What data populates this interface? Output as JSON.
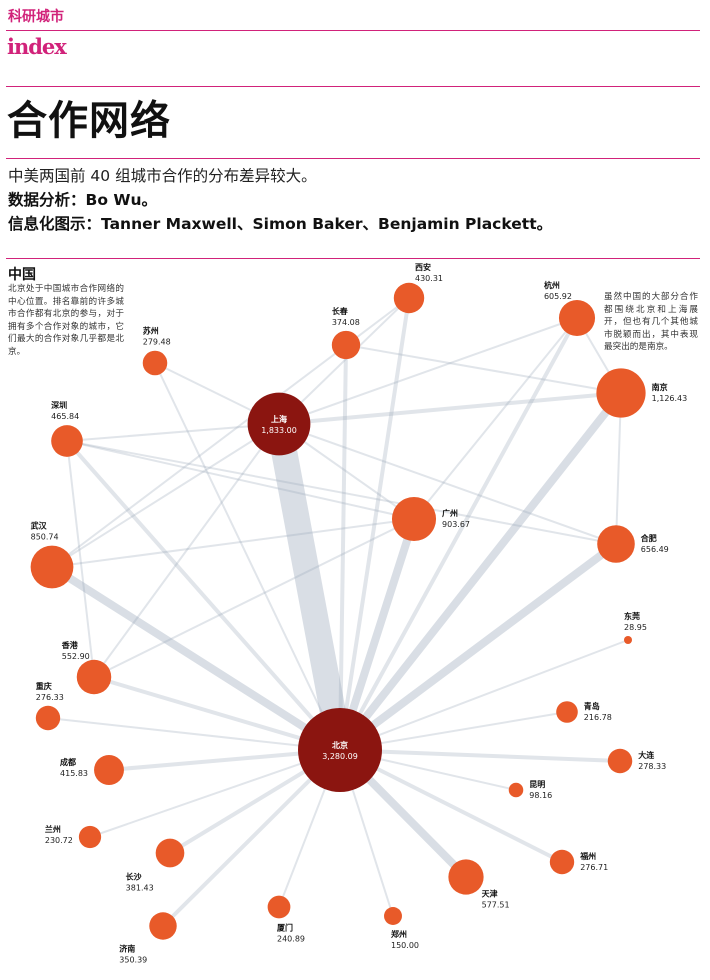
{
  "header": {
    "section": "科研城市",
    "logo": "index",
    "title": "合作网络",
    "subtitle": "中美两国前 40 组城市合作的分布差异较大。",
    "analysis": "数据分析：Bo Wu。",
    "graphics": "信息化图示：Tanner Maxwell、Simon Baker、Benjamin Plackett。"
  },
  "region": {
    "title": "中国",
    "note_left": "北京处于中国城市合作网络的中心位置。排名靠前的许多城市合作都有北京的参与，对于拥有多个合作对象的城市，它们最大的合作对象几乎都是北京。",
    "note_right": "虽然中国的大部分合作都围绕北京和上海展开，但也有几个其他城市脱颖而出，其中表现最突出的是南京。"
  },
  "colors": {
    "accent": "#d1227a",
    "hub": "#8b1510",
    "city": "#e85a29",
    "edge": "#9aa8ba"
  },
  "chart_data": {
    "type": "network",
    "nodes": [
      {
        "id": "beijing",
        "name": "北京",
        "value": 3280.09,
        "hub": true
      },
      {
        "id": "shanghai",
        "name": "上海",
        "value": 1833.0,
        "hub": true
      },
      {
        "id": "nanjing",
        "name": "南京",
        "value": 1126.43
      },
      {
        "id": "guangzhou",
        "name": "广州",
        "value": 903.67
      },
      {
        "id": "wuhan",
        "name": "武汉",
        "value": 850.74
      },
      {
        "id": "hefei",
        "name": "合肥",
        "value": 656.49
      },
      {
        "id": "hangzhou",
        "name": "杭州",
        "value": 605.92
      },
      {
        "id": "tianjin",
        "name": "天津",
        "value": 577.51
      },
      {
        "id": "hongkong",
        "name": "香港",
        "value": 552.9
      },
      {
        "id": "shenzhen",
        "name": "深圳",
        "value": 465.84
      },
      {
        "id": "xian",
        "name": "西安",
        "value": 430.31
      },
      {
        "id": "chengdu",
        "name": "成都",
        "value": 415.83
      },
      {
        "id": "changsha",
        "name": "长沙",
        "value": 381.43
      },
      {
        "id": "changchun",
        "name": "长春",
        "value": 374.08
      },
      {
        "id": "jinan",
        "name": "济南",
        "value": 350.39
      },
      {
        "id": "suzhou",
        "name": "苏州",
        "value": 279.48
      },
      {
        "id": "dalian",
        "name": "大连",
        "value": 278.33
      },
      {
        "id": "fuzhou",
        "name": "福州",
        "value": 276.71
      },
      {
        "id": "chongqing",
        "name": "重庆",
        "value": 276.33
      },
      {
        "id": "xiamen",
        "name": "厦门",
        "value": 240.89
      },
      {
        "id": "lanzhou",
        "name": "兰州",
        "value": 230.72
      },
      {
        "id": "qingdao",
        "name": "青岛",
        "value": 216.78
      },
      {
        "id": "zhengzhou",
        "name": "郑州",
        "value": 150.0
      },
      {
        "id": "kunming",
        "name": "昆明",
        "value": 98.16
      },
      {
        "id": "dongguan",
        "name": "东莞",
        "value": 28.95
      }
    ],
    "edges": [
      {
        "source": "beijing",
        "target": "shanghai",
        "weight": 5
      },
      {
        "source": "beijing",
        "target": "nanjing",
        "weight": 3
      },
      {
        "source": "beijing",
        "target": "guangzhou",
        "weight": 3
      },
      {
        "source": "beijing",
        "target": "wuhan",
        "weight": 3
      },
      {
        "source": "beijing",
        "target": "hefei",
        "weight": 3
      },
      {
        "source": "beijing",
        "target": "hangzhou",
        "weight": 2
      },
      {
        "source": "beijing",
        "target": "tianjin",
        "weight": 3
      },
      {
        "source": "beijing",
        "target": "hongkong",
        "weight": 2
      },
      {
        "source": "beijing",
        "target": "shenzhen",
        "weight": 2
      },
      {
        "source": "beijing",
        "target": "xian",
        "weight": 2
      },
      {
        "source": "beijing",
        "target": "chengdu",
        "weight": 2
      },
      {
        "source": "beijing",
        "target": "changsha",
        "weight": 2
      },
      {
        "source": "beijing",
        "target": "changchun",
        "weight": 2
      },
      {
        "source": "beijing",
        "target": "jinan",
        "weight": 2
      },
      {
        "source": "beijing",
        "target": "suzhou",
        "weight": 1
      },
      {
        "source": "beijing",
        "target": "dalian",
        "weight": 2
      },
      {
        "source": "beijing",
        "target": "fuzhou",
        "weight": 2
      },
      {
        "source": "beijing",
        "target": "chongqing",
        "weight": 1
      },
      {
        "source": "beijing",
        "target": "xiamen",
        "weight": 1
      },
      {
        "source": "beijing",
        "target": "lanzhou",
        "weight": 1
      },
      {
        "source": "beijing",
        "target": "qingdao",
        "weight": 1
      },
      {
        "source": "beijing",
        "target": "zhengzhou",
        "weight": 1
      },
      {
        "source": "beijing",
        "target": "kunming",
        "weight": 1
      },
      {
        "source": "beijing",
        "target": "dongguan",
        "weight": 1
      },
      {
        "source": "shanghai",
        "target": "nanjing",
        "weight": 2
      },
      {
        "source": "shanghai",
        "target": "guangzhou",
        "weight": 1
      },
      {
        "source": "shanghai",
        "target": "wuhan",
        "weight": 1
      },
      {
        "source": "shanghai",
        "target": "hefei",
        "weight": 1
      },
      {
        "source": "shanghai",
        "target": "hangzhou",
        "weight": 1
      },
      {
        "source": "shanghai",
        "target": "hongkong",
        "weight": 1
      },
      {
        "source": "shanghai",
        "target": "shenzhen",
        "weight": 1
      },
      {
        "source": "shanghai",
        "target": "xian",
        "weight": 1
      },
      {
        "source": "guangzhou",
        "target": "shenzhen",
        "weight": 1
      },
      {
        "source": "guangzhou",
        "target": "hongkong",
        "weight": 1
      },
      {
        "source": "guangzhou",
        "target": "wuhan",
        "weight": 1
      },
      {
        "source": "nanjing",
        "target": "hefei",
        "weight": 1
      },
      {
        "source": "nanjing",
        "target": "changchun",
        "weight": 1
      },
      {
        "source": "hangzhou",
        "target": "nanjing",
        "weight": 1
      },
      {
        "source": "shenzhen",
        "target": "hongkong",
        "weight": 1
      },
      {
        "source": "shenzhen",
        "target": "hefei",
        "weight": 1
      },
      {
        "source": "xian",
        "target": "wuhan",
        "weight": 1
      },
      {
        "source": "suzhou",
        "target": "shanghai",
        "weight": 1
      },
      {
        "source": "hangzhou",
        "target": "guangzhou",
        "weight": 1
      }
    ]
  }
}
